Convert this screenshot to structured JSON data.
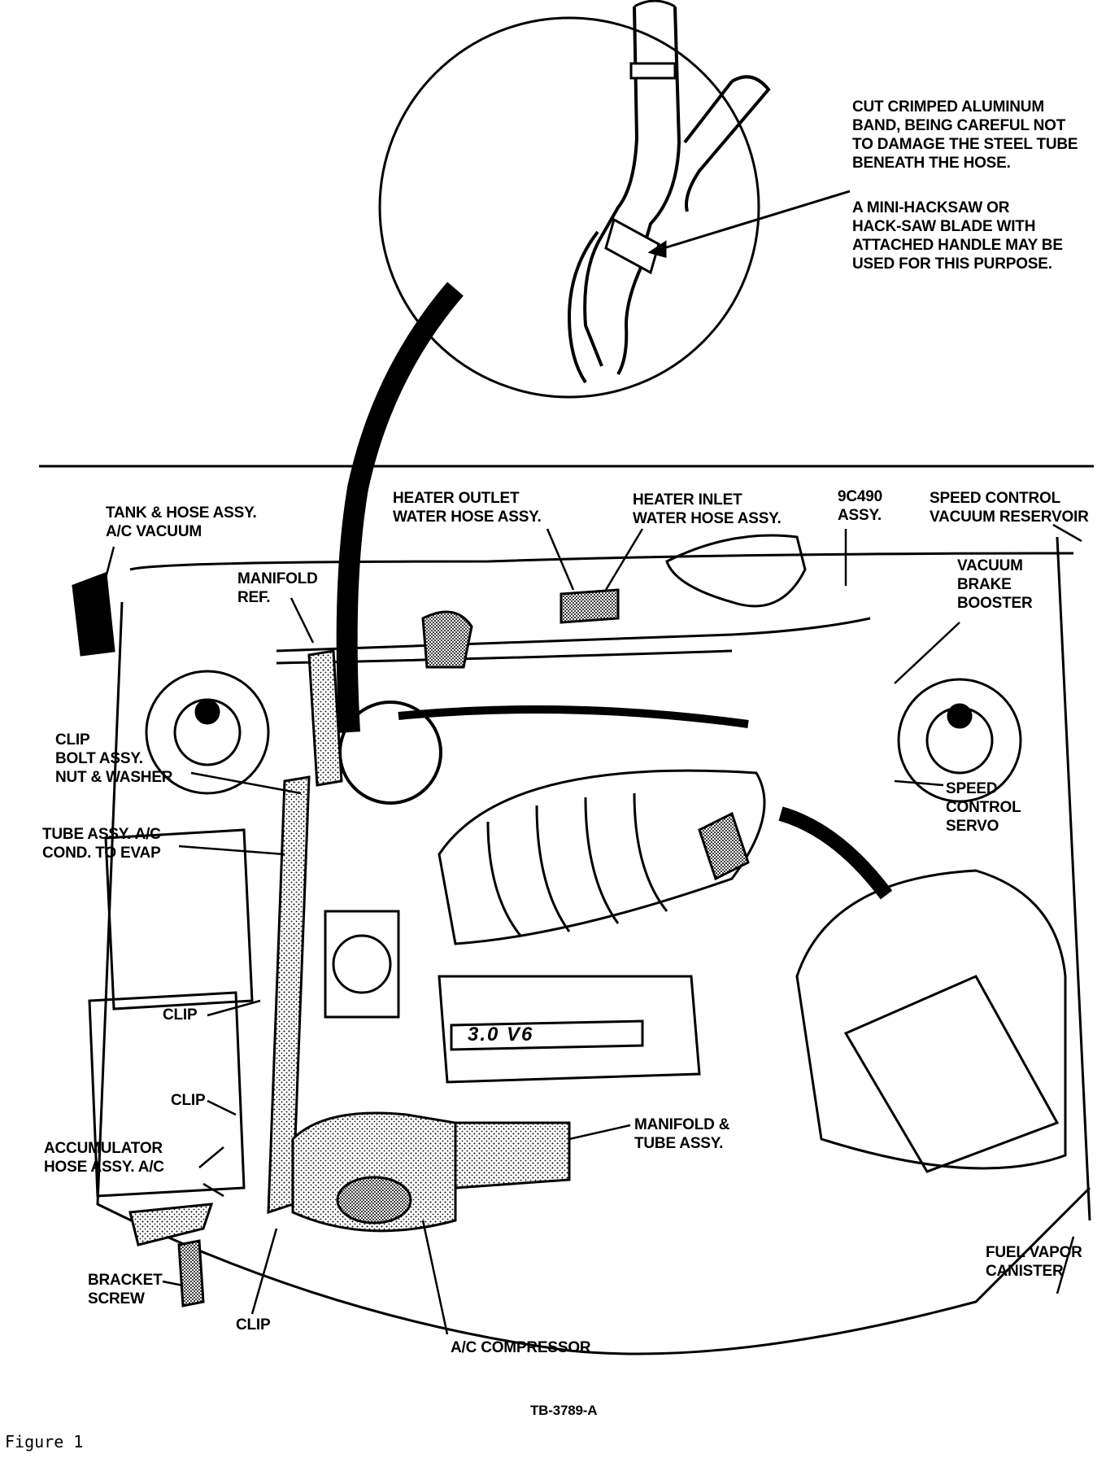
{
  "callout": {
    "line1": "CUT CRIMPED ALUMINUM",
    "line2": "BAND, BEING CAREFUL NOT",
    "line3": "TO DAMAGE THE STEEL TUBE",
    "line4": "BENEATH THE HOSE.",
    "line5": "A MINI-HACKSAW OR",
    "line6": "HACK-SAW BLADE WITH",
    "line7": "ATTACHED HANDLE MAY BE",
    "line8": "USED FOR THIS PURPOSE."
  },
  "labels": {
    "tank_hose": [
      "TANK & HOSE ASSY.",
      "A/C VACUUM"
    ],
    "manifold_ref": [
      "MANIFOLD",
      "REF."
    ],
    "heater_outlet": [
      "HEATER OUTLET",
      "WATER HOSE ASSY."
    ],
    "heater_inlet": [
      "HEATER INLET",
      "WATER HOSE ASSY."
    ],
    "assy_9c490": [
      "9C490",
      "ASSY."
    ],
    "speed_control_reservoir": [
      "SPEED CONTROL",
      "VACUUM RESERVOIR"
    ],
    "vacuum_brake_booster": [
      "VACUUM",
      "BRAKE",
      "BOOSTER"
    ],
    "clip_bolt_nut": [
      "CLIP",
      "BOLT ASSY.",
      "NUT & WASHER"
    ],
    "tube_assy": [
      "TUBE ASSY. A/C",
      "COND. TO EVAP"
    ],
    "speed_control_servo": [
      "SPEED",
      "CONTROL",
      "SERVO"
    ],
    "clip_upper": "CLIP",
    "clip_middle": "CLIP",
    "accumulator": [
      "ACCUMULATOR",
      "HOSE ASSY. A/C"
    ],
    "manifold_tube": [
      "MANIFOLD &",
      "TUBE ASSY."
    ],
    "bracket_screw": [
      "BRACKET",
      "SCREW"
    ],
    "clip_bottom": "CLIP",
    "ac_compressor": "A/C COMPRESSOR",
    "fuel_vapor": [
      "FUEL VAPOR",
      "CANISTER"
    ]
  },
  "engine_badge": "3.0 V6",
  "drawing_number": "TB-3789-A",
  "figure_caption": "Figure  1"
}
